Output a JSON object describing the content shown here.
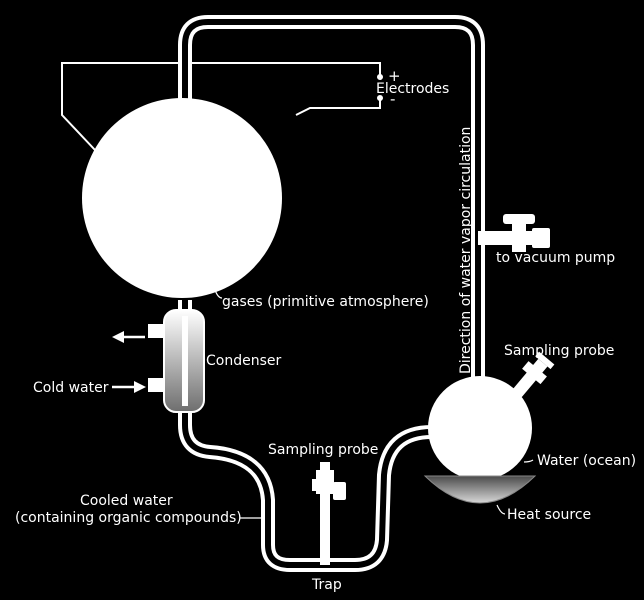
{
  "colors": {
    "background": "#000000",
    "apparatus": "#ffffff",
    "condenser_gradient_top": "#ffffff",
    "condenser_gradient_bottom": "#6e6e6e",
    "heat_source_gradient_top": "#4a4a4a",
    "heat_source_gradient_bottom": "#d8d8d8"
  },
  "labels": {
    "electrodes": "Electrodes",
    "plus": "+",
    "minus": "-",
    "gases": "gases (primitive atmosphere)",
    "condenser": "Condenser",
    "cold_water": "Cold water",
    "vacuum_pump": "to vacuum pump",
    "circulation": "Direction of water vapor circulation",
    "sampling_probe_top": "Sampling probe",
    "sampling_probe_bottom": "Sampling probe",
    "water_ocean": "Water (ocean)",
    "heat_source": "Heat source",
    "cooled_water_line1": "Cooled water",
    "cooled_water_line2": "(containing organic compounds)",
    "trap": "Trap"
  }
}
